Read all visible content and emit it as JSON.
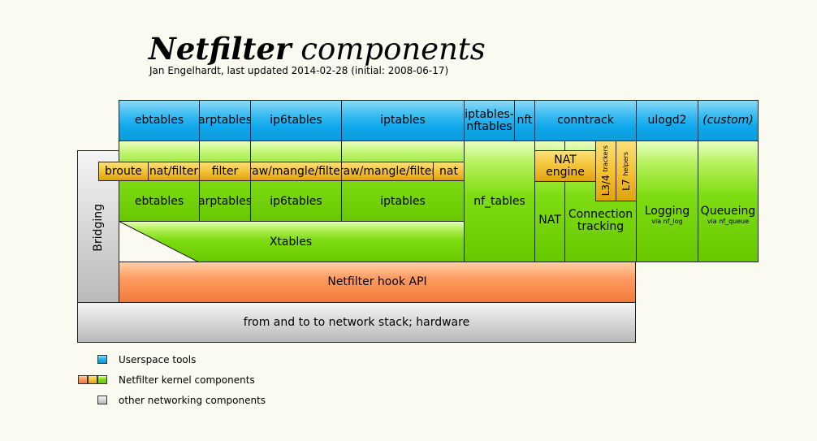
{
  "title": {
    "bold": "Netfilter",
    "rest": " components"
  },
  "subtitle": "Jan Engelhardt, last updated 2014-02-28 (initial: 2008-06-17)",
  "userspace": {
    "ebtables": "ebtables",
    "arptables": "arptables",
    "ip6tables": "ip6tables",
    "iptables": "iptables",
    "iptables_nftables_1": "iptables-",
    "iptables_nftables_2": "nftables",
    "nft": "nft",
    "conntrack": "conntrack",
    "ulogd2": "ulogd2",
    "custom": "(custom)"
  },
  "tables": {
    "broute": "broute",
    "nat_filter": "nat/filter",
    "filter": "filter",
    "raw_mangle_filter_6": "raw/mangle/filter",
    "raw_mangle_filter_4": "raw/mangle/filter",
    "nat": "nat"
  },
  "kernel": {
    "ebtables": "ebtables",
    "arptables": "arptables",
    "ip6tables": "ip6tables",
    "iptables": "iptables",
    "xtables": "Xtables",
    "nf_tables": "nf_tables",
    "nat_engine_1": "NAT",
    "nat_engine_2": "engine",
    "nat": "NAT",
    "l34_main": "L3/4",
    "l34_small": "trackers",
    "l7_main": "L7",
    "l7_small": "helpers",
    "conn_tracking_1": "Connection",
    "conn_tracking_2": "tracking",
    "logging": "Logging",
    "logging_via": "via nf_log",
    "queueing": "Queueing",
    "queueing_via": "via nf_queue"
  },
  "bridging": "Bridging",
  "hook_api": "Netfilter hook API",
  "network_stack": "from and to to network stack; hardware",
  "legend": {
    "userspace": "Userspace tools",
    "kernel": "Netfilter kernel components",
    "other": "other networking components"
  },
  "colors": {
    "userspace": "#1aaef0",
    "kernel_green": "#7fdc12",
    "kernel_orange": "#f5c63a",
    "kernel_salmon": "#ff9c62",
    "other_grey": "#c8c8c8"
  }
}
